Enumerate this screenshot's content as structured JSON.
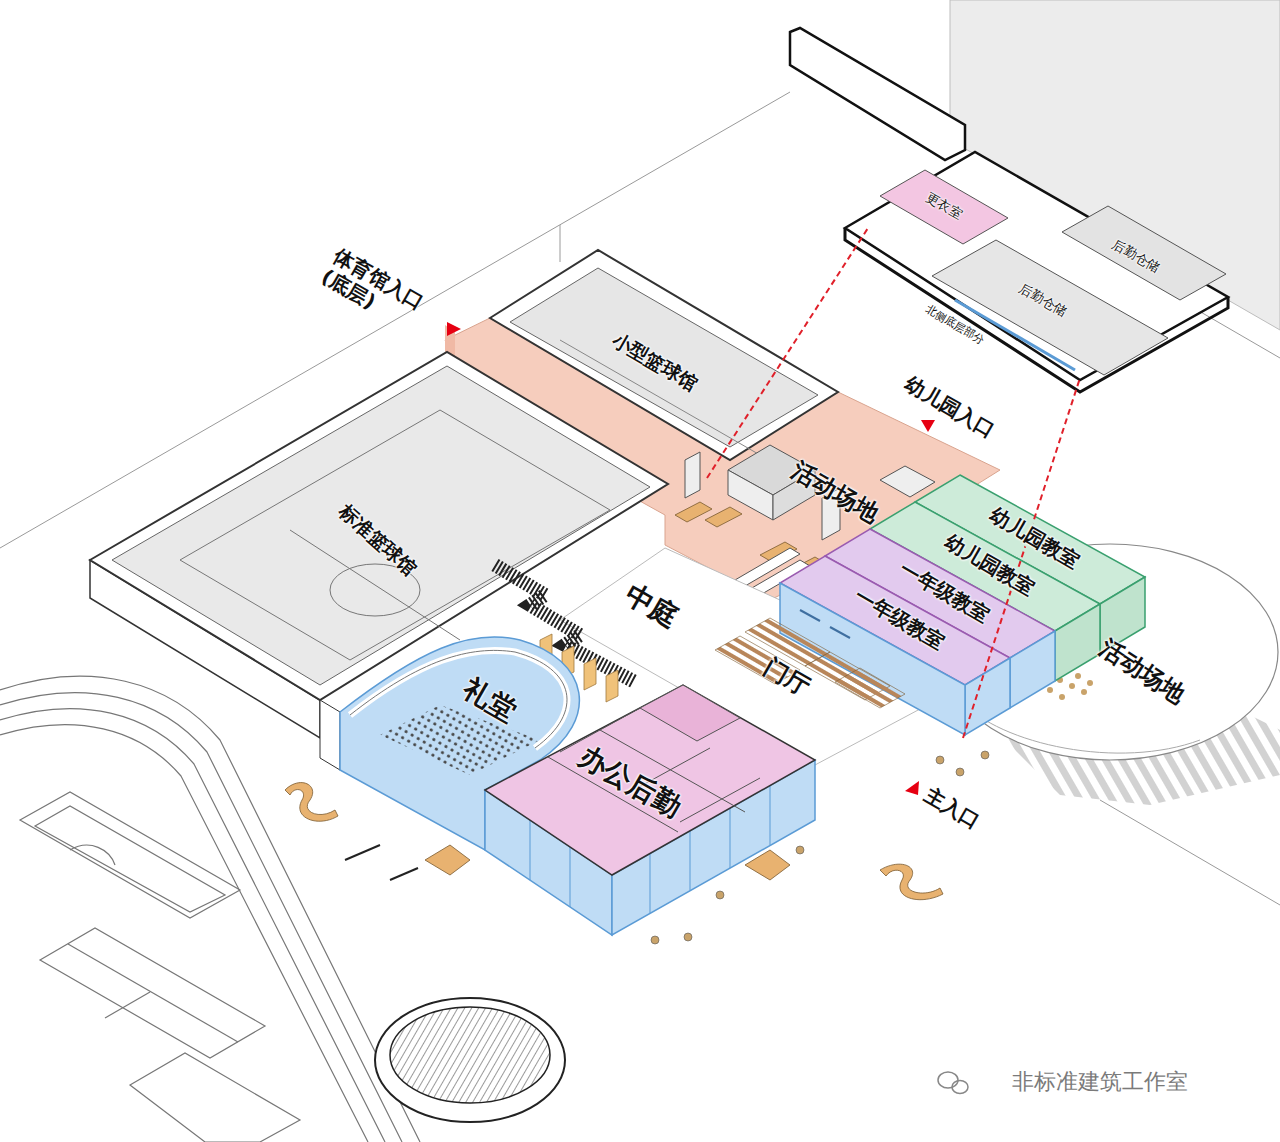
{
  "diagram": {
    "nodes": [
      {
        "text": [
          "北侧底层部分"
        ]
      },
      {
        "text": [
          "更衣室"
        ],
        "in": 0
      },
      {
        "text": [
          "后勤仓储"
        ],
        "in": 0
      },
      {
        "text": [
          "后勤仓储"
        ],
        "in": 0
      },
      {
        "text": [
          "小型篮球馆"
        ]
      },
      {
        "text": [
          "标准篮球馆"
        ]
      },
      {
        "text": [
          "活动场地"
        ]
      },
      {
        "text": [
          "幼儿园教室"
        ]
      },
      {
        "text": [
          "幼儿园教室"
        ]
      },
      {
        "text": [
          "一年级教室"
        ]
      },
      {
        "text": [
          "一年级教室"
        ]
      },
      {
        "text": [
          "中庭"
        ]
      },
      {
        "text": [
          "门厅"
        ]
      },
      {
        "text": [
          "活动场地"
        ]
      },
      {
        "text": [
          "礼堂"
        ]
      },
      {
        "text": [
          "办公后勤"
        ]
      }
    ],
    "labels": [
      "体育馆入口 (底层)",
      "幼儿园入口",
      "主入口",
      "非标准建筑工作室"
    ]
  }
}
